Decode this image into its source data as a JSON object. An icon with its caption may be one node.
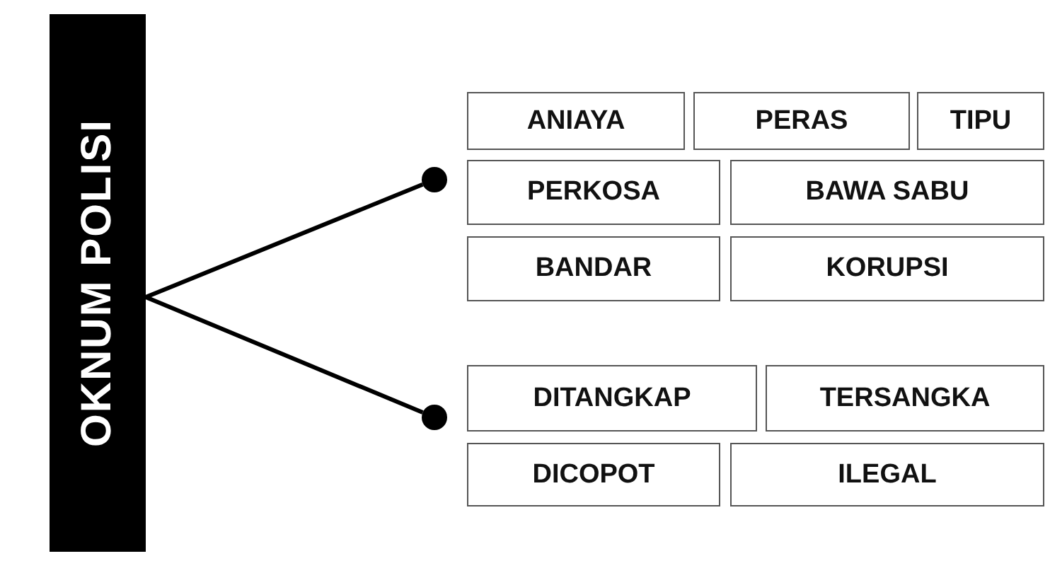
{
  "diagram": {
    "nodes": [
      {
        "text": [
          "OKNUM POLISI"
        ]
      },
      {
        "text": [],
        "shape": "circle"
      },
      {
        "text": [],
        "shape": "circle"
      },
      {
        "text": [
          "ANIAYA"
        ]
      },
      {
        "text": [
          "PERAS"
        ]
      },
      {
        "text": [
          "TIPU"
        ]
      },
      {
        "text": [
          "PERKOSA"
        ]
      },
      {
        "text": [
          "BAWA SABU"
        ]
      },
      {
        "text": [
          "BANDAR"
        ]
      },
      {
        "text": [
          "KORUPSI"
        ]
      },
      {
        "text": [
          "DITANGKAP"
        ]
      },
      {
        "text": [
          "TERSANGKA"
        ]
      },
      {
        "text": [
          "DICOPOT"
        ]
      },
      {
        "text": [
          "ILEGAL"
        ]
      }
    ],
    "edges": [
      {
        "from": 0,
        "to": 1,
        "arrow": "none"
      },
      {
        "from": 0,
        "to": 2,
        "arrow": "none"
      }
    ]
  }
}
